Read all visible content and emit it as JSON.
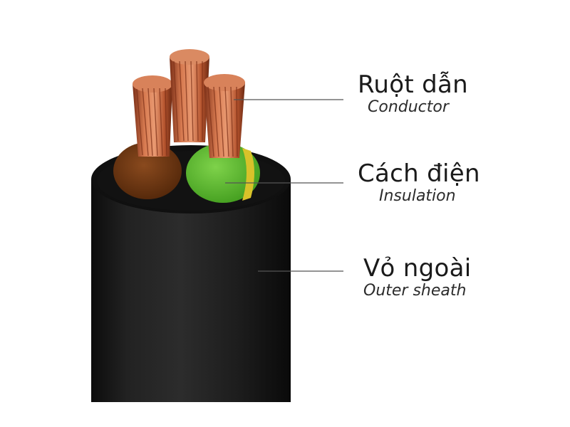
{
  "labels": {
    "conductor": {
      "vi": "Ruột dẫn",
      "en": "Conductor"
    },
    "insulation": {
      "vi": "Cách điện",
      "en": "Insulation"
    },
    "sheath": {
      "vi": "Vỏ ngoài",
      "en": "Outer sheath"
    }
  },
  "colors": {
    "sheath": "#1b1b1b",
    "copper": "#c8643c",
    "insulation_brown": "#6b3410",
    "insulation_green": "#5cb82e",
    "insulation_yellow_stripe": "#d8c22a",
    "leader_line": "#555555",
    "background": "#ffffff"
  }
}
